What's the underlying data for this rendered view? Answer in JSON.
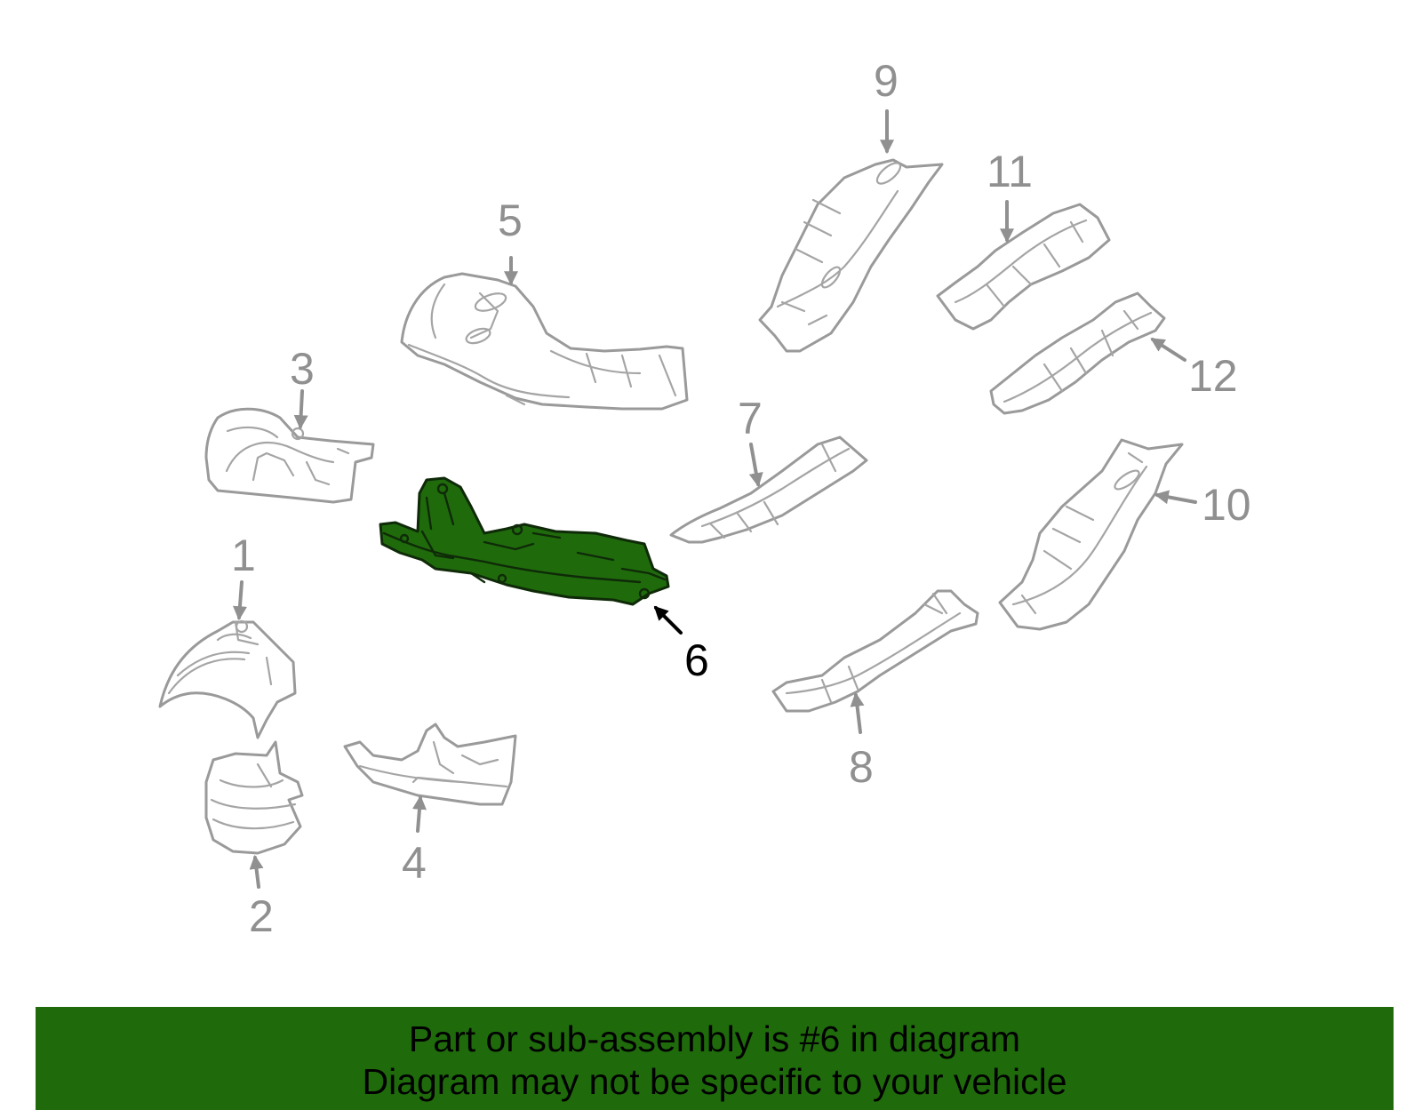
{
  "highlight_color": "#1f6b0c",
  "callout_color": "#909090",
  "highlighted_part": "6",
  "callouts": {
    "p1": "1",
    "p2": "2",
    "p3": "3",
    "p4": "4",
    "p5": "5",
    "p6": "6",
    "p7": "7",
    "p8": "8",
    "p9": "9",
    "p10": "10",
    "p11": "11",
    "p12": "12"
  },
  "footer": {
    "line1": "Part or sub-assembly is #6 in diagram",
    "line2": "Diagram may not be specific to your vehicle"
  }
}
